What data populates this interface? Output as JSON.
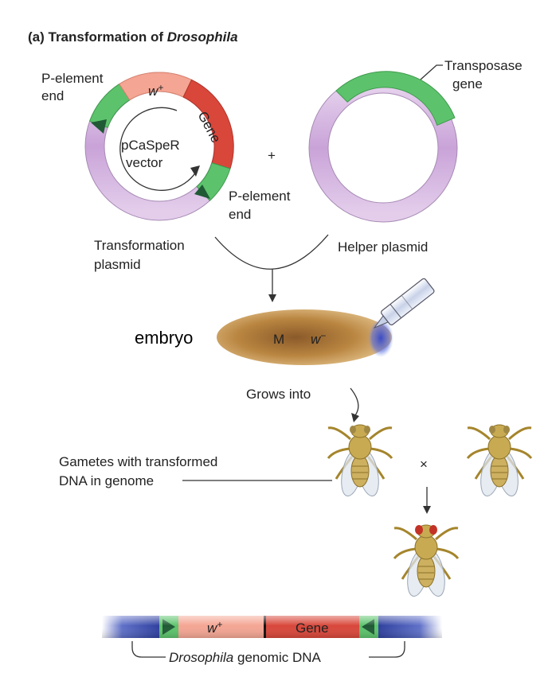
{
  "title": {
    "prefix": "(a) Transformation of ",
    "italic": "Drosophila"
  },
  "transformation_plasmid": {
    "p_end_top_line1": "P-element",
    "p_end_top_line2": "end",
    "w_plus": "w",
    "w_plus_sup": "+",
    "gene": "Gene",
    "vector_line1": "pCaSpeR",
    "vector_line2": "vector",
    "p_end_bottom_line1": "P-element",
    "p_end_bottom_line2": "end",
    "label_line1": "Transformation",
    "label_line2": "plasmid"
  },
  "plus_sign": "+",
  "helper_plasmid": {
    "transposase_line1": "Transposase",
    "transposase_line2": "gene",
    "label": "Helper plasmid"
  },
  "embryo": {
    "label": "embryo",
    "m_label": "M",
    "w_minus": "w",
    "w_minus_sup": "−"
  },
  "grows_into": "Grows into",
  "gametes": {
    "line1": "Gametes with transformed",
    "line2": "DNA in genome"
  },
  "cross_symbol": "×",
  "genomic_dna": {
    "w_plus": "w",
    "w_plus_sup": "+",
    "gene": "Gene",
    "label_italic": "Drosophila",
    "label_rest": " genomic DNA"
  },
  "colors": {
    "purple_ring": "#c9a8d6",
    "green_segment": "#58c06a",
    "salmon_segment": "#f2a28f",
    "red_segment": "#d9473a",
    "embryo": "#b8833f",
    "dna_blue": "#3a4fb0"
  }
}
